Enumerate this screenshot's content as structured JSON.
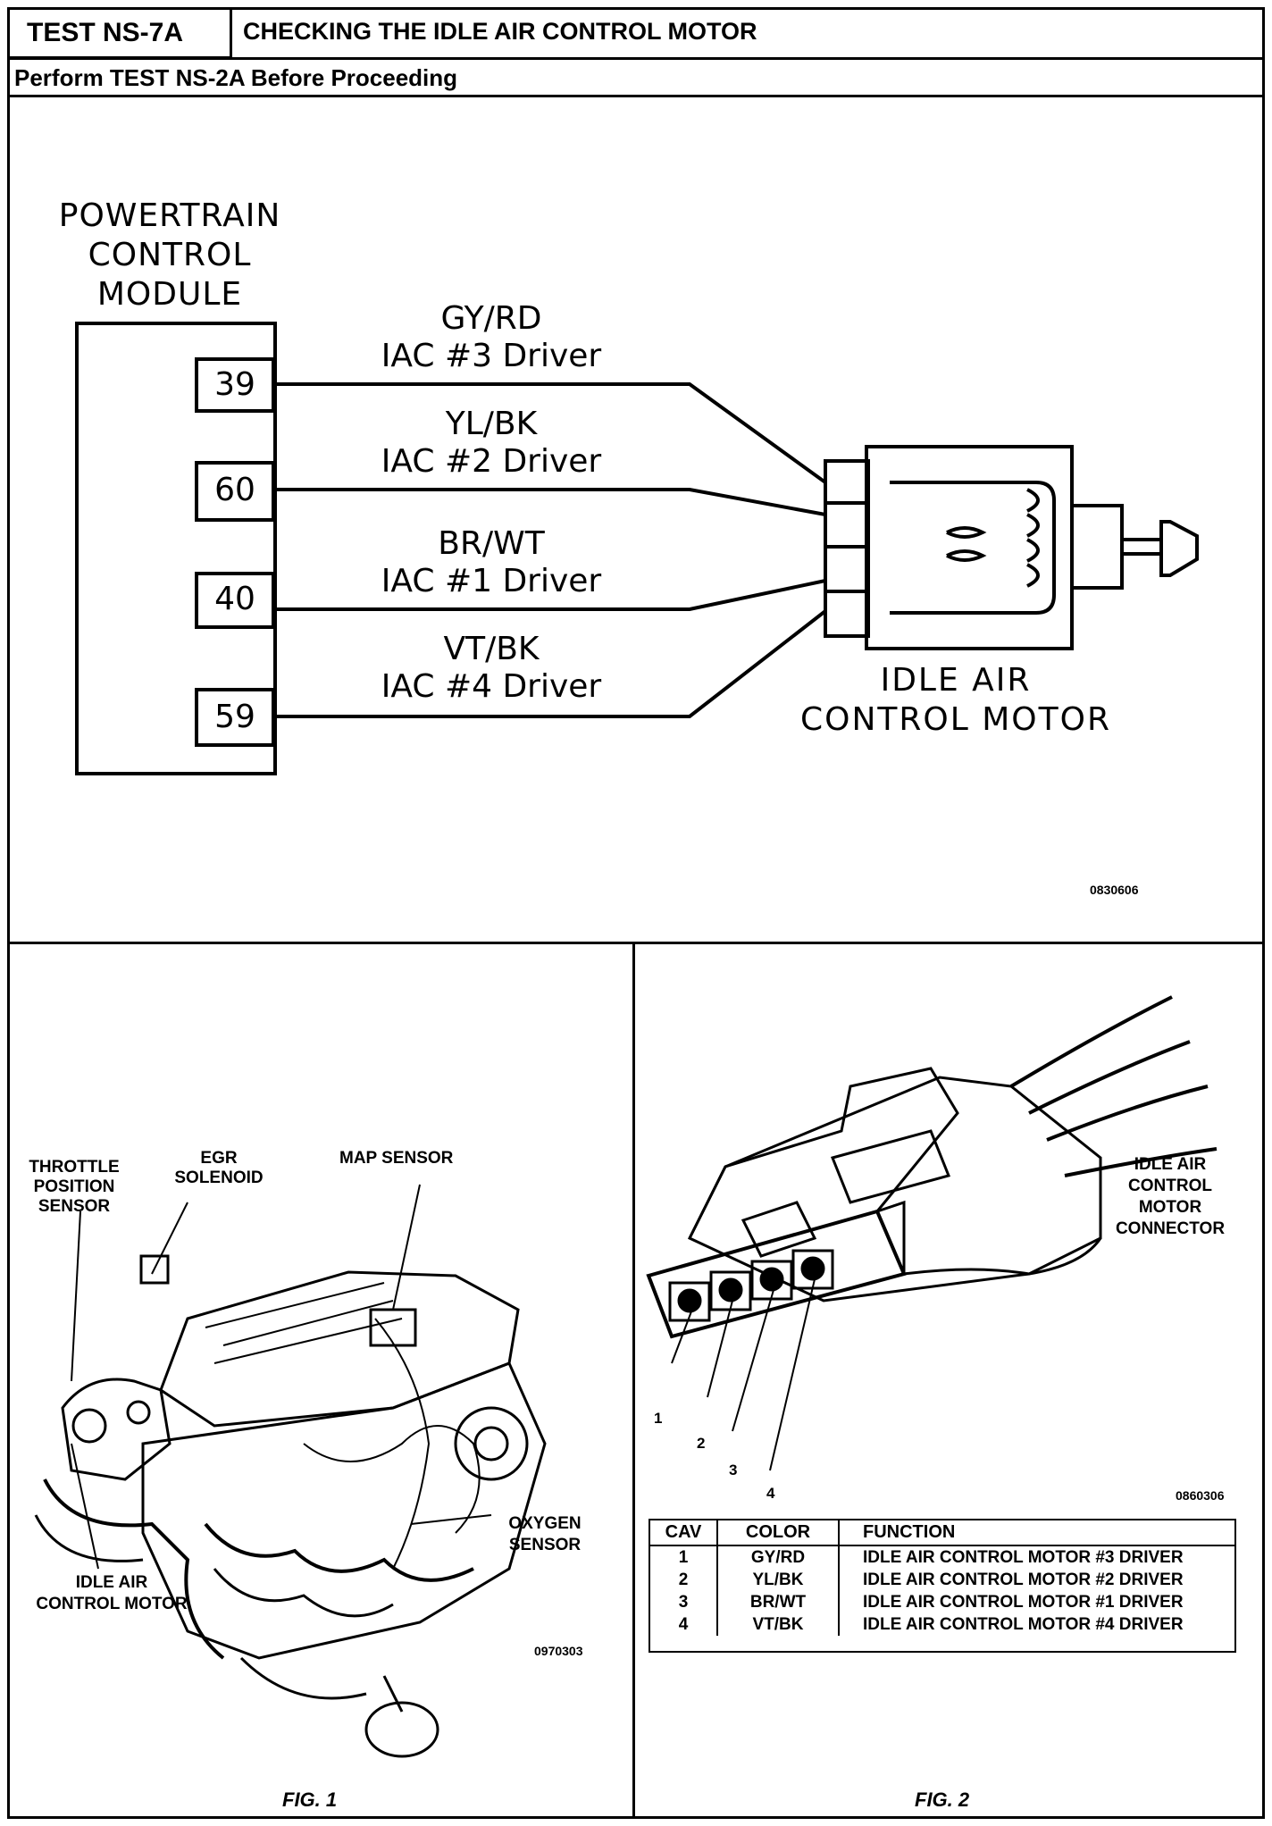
{
  "header": {
    "test_id": "TEST NS-7A",
    "title": "CHECKING THE IDLE AIR CONTROL MOTOR",
    "subtitle": "Perform TEST NS-2A Before Proceeding"
  },
  "schematic": {
    "module_label": [
      "POWERTRAIN",
      "CONTROL",
      "MODULE"
    ],
    "pins": [
      {
        "pin": "39",
        "color": "GY/RD",
        "function": "IAC #3 Driver"
      },
      {
        "pin": "60",
        "color": "YL/BK",
        "function": "IAC #2 Driver"
      },
      {
        "pin": "40",
        "color": "BR/WT",
        "function": "IAC #1 Driver"
      },
      {
        "pin": "59",
        "color": "VT/BK",
        "function": "IAC #4 Driver"
      }
    ],
    "motor_label": [
      "IDLE AIR",
      "CONTROL MOTOR"
    ],
    "figure_code": "0830606"
  },
  "fig1": {
    "labels": {
      "throttle": [
        "THROTTLE",
        "POSITION",
        "SENSOR"
      ],
      "egr": [
        "EGR",
        "SOLENOID"
      ],
      "map": "MAP SENSOR",
      "oxygen": [
        "OXYGEN",
        "SENSOR"
      ],
      "iac": [
        "IDLE AIR",
        "CONTROL MOTOR"
      ]
    },
    "figure_code": "0970303",
    "caption": "FIG. 1"
  },
  "fig2": {
    "connector_label": [
      "IDLE AIR",
      "CONTROL",
      "MOTOR",
      "CONNECTOR"
    ],
    "cavity_numbers": [
      "1",
      "2",
      "3",
      "4"
    ],
    "figure_code": "0860306",
    "table": {
      "headers": [
        "CAV",
        "COLOR",
        "FUNCTION"
      ],
      "rows": [
        [
          "1",
          "GY/RD",
          "IDLE AIR CONTROL MOTOR #3 DRIVER"
        ],
        [
          "2",
          "YL/BK",
          "IDLE AIR CONTROL MOTOR #2 DRIVER"
        ],
        [
          "3",
          "BR/WT",
          "IDLE AIR CONTROL MOTOR #1 DRIVER"
        ],
        [
          "4",
          "VT/BK",
          "IDLE AIR CONTROL MOTOR #4 DRIVER"
        ]
      ]
    },
    "caption": "FIG. 2"
  }
}
